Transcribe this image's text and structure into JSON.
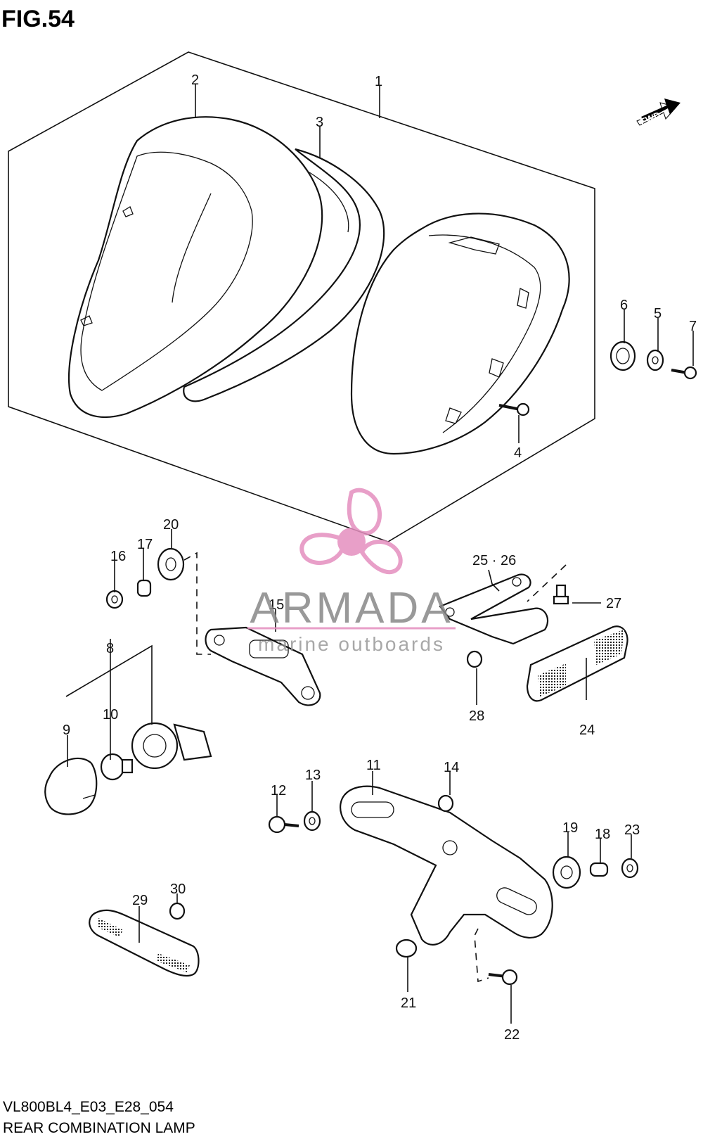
{
  "figure_title": "FIG.54",
  "fwd_badge": "FWD",
  "model_code": "VL800BL4_E03_E28_054",
  "caption": "REAR COMBINATION LAMP",
  "watermark": {
    "brand": "ARMADA",
    "tagline": "marine outboards",
    "color": "#e58fbf"
  },
  "callouts": [
    {
      "id": "c1",
      "text": "1"
    },
    {
      "id": "c2",
      "text": "2"
    },
    {
      "id": "c3",
      "text": "3"
    },
    {
      "id": "c4",
      "text": "4"
    },
    {
      "id": "c5",
      "text": "5"
    },
    {
      "id": "c6",
      "text": "6"
    },
    {
      "id": "c7",
      "text": "7"
    },
    {
      "id": "c8",
      "text": "8"
    },
    {
      "id": "c9",
      "text": "9"
    },
    {
      "id": "c10",
      "text": "10"
    },
    {
      "id": "c11",
      "text": "11"
    },
    {
      "id": "c12",
      "text": "12"
    },
    {
      "id": "c13",
      "text": "13"
    },
    {
      "id": "c14",
      "text": "14"
    },
    {
      "id": "c15",
      "text": "15"
    },
    {
      "id": "c16",
      "text": "16"
    },
    {
      "id": "c17",
      "text": "17"
    },
    {
      "id": "c18",
      "text": "18"
    },
    {
      "id": "c19",
      "text": "19"
    },
    {
      "id": "c20",
      "text": "20"
    },
    {
      "id": "c21",
      "text": "21"
    },
    {
      "id": "c22",
      "text": "22"
    },
    {
      "id": "c23",
      "text": "23"
    },
    {
      "id": "c24",
      "text": "24"
    },
    {
      "id": "c2526",
      "text": "25 · 26"
    },
    {
      "id": "c27",
      "text": "27"
    },
    {
      "id": "c28",
      "text": "28"
    },
    {
      "id": "c29",
      "text": "29"
    },
    {
      "id": "c30",
      "text": "30"
    }
  ]
}
